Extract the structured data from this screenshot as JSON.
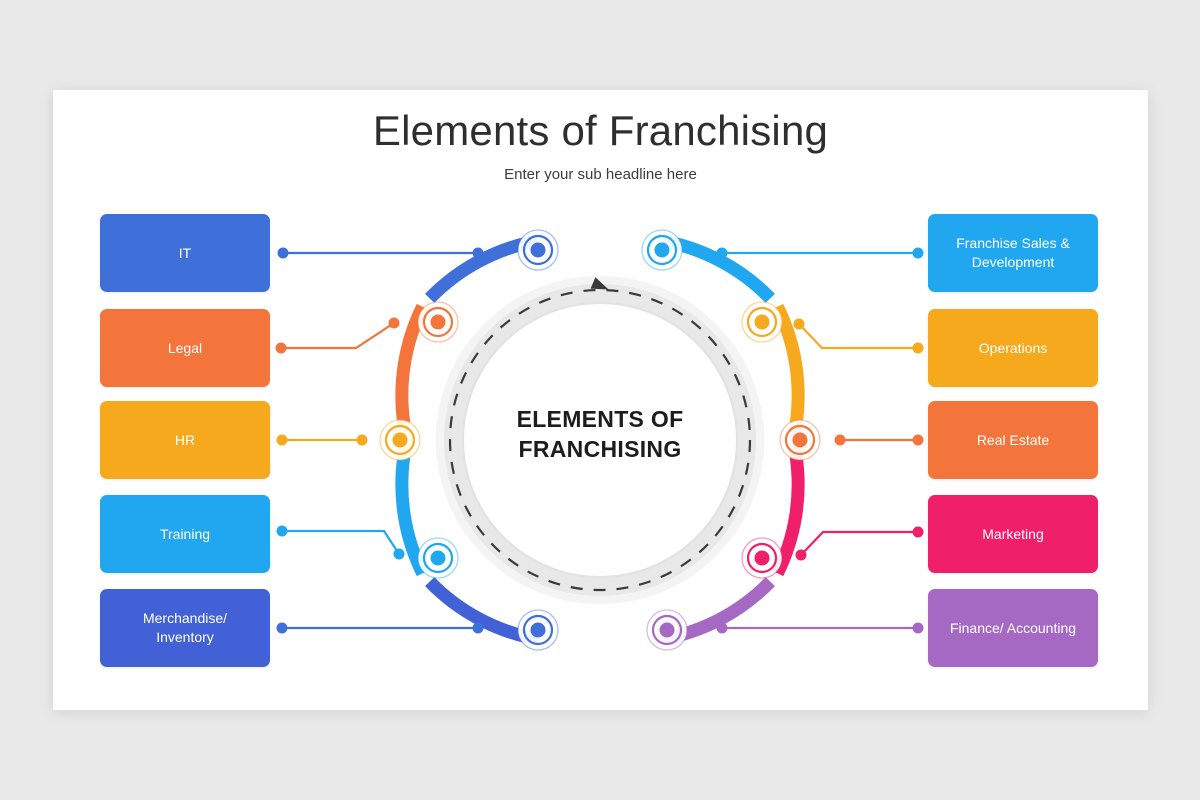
{
  "header": {
    "title": "Elements of Franchising",
    "subtitle": "Enter your sub headline here"
  },
  "center": {
    "line1": "ELEMENTS OF",
    "line2": "FRANCHISING",
    "rotation_arrow": "clockwise-arrow-icon"
  },
  "colors": {
    "background": "#e9e9e9",
    "card": "#ffffff",
    "royal_blue": "#3f6fd8",
    "light_blue": "#21a7f0",
    "amber": "#f6a91c",
    "orange": "#f4753b",
    "pink": "#f01f6a",
    "purple": "#a569c4",
    "ring_inner_grey": "#e6e6e6",
    "dashed_grey": "#444444",
    "title_text": "#2e2e2e"
  },
  "left_items": [
    {
      "label": "IT",
      "color": "#3f6fd8",
      "lines": 1
    },
    {
      "label": "Legal",
      "color": "#f4753b",
      "lines": 1
    },
    {
      "label": "HR",
      "color": "#f6a91c",
      "lines": 1
    },
    {
      "label": "Training",
      "color": "#21a7f0",
      "lines": 1
    },
    {
      "label": "Merchandise/\nInventory",
      "color": "#4361d6",
      "lines": 2
    }
  ],
  "right_items": [
    {
      "label": "Franchise Sales &\nDevelopment",
      "color": "#21a7f0",
      "lines": 2
    },
    {
      "label": "Operations",
      "color": "#f6a91c",
      "lines": 1
    },
    {
      "label": "Real Estate",
      "color": "#f4753b",
      "lines": 1
    },
    {
      "label": "Marketing",
      "color": "#f01f6a",
      "lines": 1
    },
    {
      "label": "Finance/ Accounting",
      "color": "#a569c4",
      "lines": 1
    }
  ],
  "chart_data": {
    "type": "pie",
    "title": "Elements of Franchising",
    "subtitle": "Enter your sub headline here",
    "legend_position": "left-and-right",
    "segment_count": 10,
    "segment_span_degrees": 33,
    "gap_degrees": 3,
    "outer_radius": 200,
    "ring_thickness": 13,
    "center": [
      600,
      440
    ],
    "categories": [
      "Franchise Sales & Development",
      "Operations",
      "Real Estate",
      "Marketing",
      "Finance/ Accounting",
      "Merchandise/ Inventory",
      "Training",
      "HR",
      "Legal",
      "IT"
    ],
    "values": [
      10,
      10,
      10,
      10,
      10,
      10,
      10,
      10,
      10,
      10
    ],
    "colors": [
      "#21a7f0",
      "#f6a91c",
      "#f4753b",
      "#f01f6a",
      "#a569c4",
      "#4361d6",
      "#21a7f0",
      "#f6a91c",
      "#f4753b",
      "#3f6fd8"
    ],
    "marker_angles_degrees": [
      -72,
      -36,
      0,
      36,
      72,
      108,
      144,
      180,
      216,
      252
    ],
    "xlabel": "",
    "ylabel": ""
  }
}
